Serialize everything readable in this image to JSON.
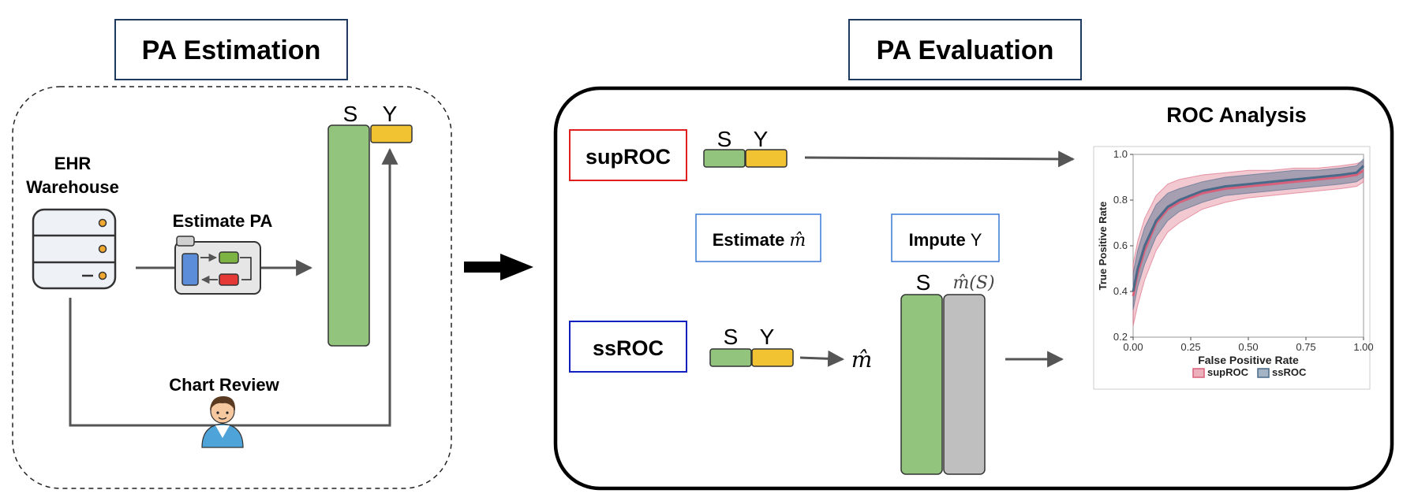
{
  "estimation": {
    "title": "PA Estimation",
    "ehr_line1": "EHR",
    "ehr_line2": "Warehouse",
    "estimate_pa": "Estimate PA",
    "chart_review": "Chart Review",
    "col_s": "S",
    "col_y": "Y"
  },
  "evaluation": {
    "title": "PA Evaluation",
    "suproc_label": "supROC",
    "ssroc_label": "ssROC",
    "sup_s": "S",
    "sup_y": "Y",
    "ss_s": "S",
    "ss_y": "Y",
    "estimate_m_text": "Estimate",
    "estimate_m_symbol": "m̂",
    "impute_text": "Impute",
    "impute_symbol": "Y",
    "m_hat": "m̂",
    "imputed_s": "S",
    "imputed_m": "m̂(S)",
    "roc_title": "ROC Analysis"
  },
  "colors": {
    "green": "#93c47d",
    "yellow": "#f1c232",
    "gray": "#bfbfbf",
    "navy": "#1f3a5f",
    "suproc_border": "#e02020",
    "ssroc_border": "#1020c0",
    "method_border": "#3c78d8",
    "suproc_series": "#d9607a",
    "ssroc_series": "#4a6a8a"
  },
  "chart_data": {
    "type": "line",
    "title": "",
    "xlabel": "False Positive Rate",
    "ylabel": "True Positive Rate",
    "xlim": [
      0,
      1
    ],
    "ylim": [
      0.2,
      1.0
    ],
    "x_ticks": [
      "0.00",
      "0.25",
      "0.50",
      "0.75",
      "1.00"
    ],
    "y_ticks": [
      "0.2",
      "0.4",
      "0.6",
      "0.8",
      "1.0"
    ],
    "legend_position": "bottom",
    "series": [
      {
        "name": "supROC",
        "color": "#d9607a",
        "x": [
          0.0,
          0.02,
          0.05,
          0.1,
          0.15,
          0.2,
          0.3,
          0.4,
          0.5,
          0.6,
          0.7,
          0.8,
          0.9,
          0.97,
          1.0
        ],
        "y": [
          0.38,
          0.48,
          0.58,
          0.7,
          0.76,
          0.79,
          0.83,
          0.85,
          0.86,
          0.87,
          0.88,
          0.89,
          0.9,
          0.91,
          0.93
        ],
        "lower": [
          0.25,
          0.34,
          0.45,
          0.58,
          0.66,
          0.7,
          0.76,
          0.79,
          0.81,
          0.82,
          0.83,
          0.84,
          0.85,
          0.86,
          0.88
        ],
        "upper": [
          0.52,
          0.62,
          0.72,
          0.82,
          0.87,
          0.89,
          0.91,
          0.92,
          0.93,
          0.93,
          0.94,
          0.94,
          0.95,
          0.96,
          0.97
        ]
      },
      {
        "name": "ssROC",
        "color": "#4a6a8a",
        "x": [
          0.0,
          0.02,
          0.05,
          0.1,
          0.15,
          0.2,
          0.3,
          0.4,
          0.5,
          0.6,
          0.7,
          0.8,
          0.9,
          0.97,
          1.0
        ],
        "y": [
          0.4,
          0.5,
          0.6,
          0.71,
          0.77,
          0.8,
          0.84,
          0.86,
          0.87,
          0.88,
          0.89,
          0.9,
          0.91,
          0.92,
          0.95
        ],
        "lower": [
          0.32,
          0.42,
          0.52,
          0.64,
          0.71,
          0.75,
          0.79,
          0.82,
          0.83,
          0.84,
          0.85,
          0.86,
          0.87,
          0.88,
          0.9
        ],
        "upper": [
          0.48,
          0.58,
          0.68,
          0.78,
          0.83,
          0.85,
          0.88,
          0.9,
          0.91,
          0.92,
          0.93,
          0.93,
          0.94,
          0.95,
          0.98
        ]
      }
    ]
  }
}
